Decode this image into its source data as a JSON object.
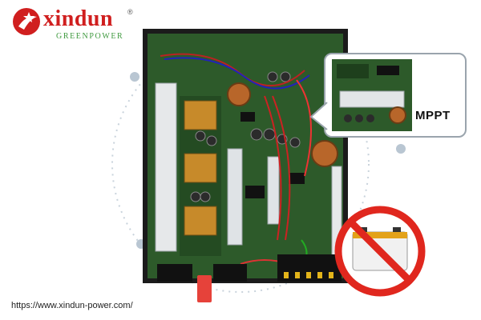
{
  "brand": {
    "name": "xindun",
    "registered_mark": "®",
    "tagline": "GREENPOWER"
  },
  "website_url": "https://www.xindun-power.com/",
  "callout": {
    "label": "MPPT"
  },
  "icons": {
    "logo": "star-swoosh-logo",
    "battery": "battery-prohibited-icon"
  },
  "colors": {
    "brand_red": "#d01f1f",
    "brand_green": "#3f9a3f",
    "pcb_green": "#2d5a2a",
    "prohibition_red": "#e0271e",
    "callout_border": "#9aa4ad"
  }
}
